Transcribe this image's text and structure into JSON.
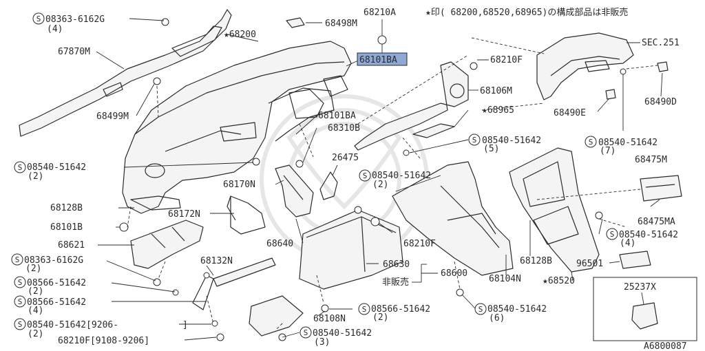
{
  "note": "★印( 68200,68520,68965)の構成部品は非販売",
  "diagram_id": "A6800087",
  "highlight_color": "#8ea8d8",
  "inset": {
    "label": "25237X"
  },
  "labels": {
    "l_s08363_top": "08363-6162G",
    "l_s08363_top_qty": "(4)",
    "l_67870m": "67870M",
    "l_68499m": "68499M",
    "l_68200": "★68200",
    "l_68498m": "68498M",
    "l_68210a": "68210A",
    "l_68101ba_hl": "68101BA",
    "l_68210f_top": "68210F",
    "l_sec251": "SEC.251",
    "l_68106m": "68106M",
    "l_68965": "★68965",
    "l_68490e": "68490E",
    "l_68490d": "68490D",
    "l_68101ba_2": "68101BA",
    "l_68310b": "68310B",
    "l_s08540_5": "08540-51642",
    "l_s08540_5_qty": "(5)",
    "l_s08540_7": "08540-51642",
    "l_s08540_7_qty": "(7)",
    "l_s08540_left": "08540-51642",
    "l_s08540_left_qty": "(2)",
    "l_26475": "26475",
    "l_s08540_mid": "08540-51642",
    "l_s08540_mid_qty": "(2)",
    "l_68475m": "68475M",
    "l_68170n": "68170N",
    "l_68128b_left": "68128B",
    "l_68172n": "68172N",
    "l_68475ma": "68475MA",
    "l_68101b": "68101B",
    "l_s08540_4": "08540-51642",
    "l_s08540_4_qty": "(4)",
    "l_68621": "68621",
    "l_68640": "68640",
    "l_68210f_mid": "68210F",
    "l_s08363_low": "08363-6162G",
    "l_s08363_low_qty": "(2)",
    "l_68132n": "68132N",
    "l_68128b_right": "68128B",
    "l_96501": "96501",
    "l_68630": "68630",
    "l_s08566_a": "08566-51642",
    "l_s08566_a_qty": "(2)",
    "l_68600": "68600",
    "l_68104n": "68104N",
    "l_68520": "★68520",
    "l_hihanbai": "非販売",
    "l_s08566_b": "08566-51642",
    "l_s08566_b_qty": "(4)",
    "l_s08566_c": "08566-51642",
    "l_s08566_c_qty": "(2)",
    "l_s08540_6": "08540-51642",
    "l_s08540_6_qty": "(6)",
    "l_68108n": "68108N",
    "l_s08540_date": "08540-51642[9206-",
    "l_s08540_date_close": "]",
    "l_s08540_date_qty": "(2)",
    "l_s08540_3": "08540-51642",
    "l_s08540_3_qty": "(3)",
    "l_68210f_date": "68210F[9108-9206]"
  },
  "screw_symbol": "S"
}
